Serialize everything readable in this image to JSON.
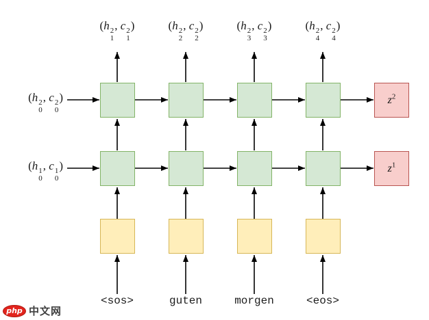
{
  "diagram": {
    "top_labels": [
      "(h_1^2, c_1^2)",
      "(h_2^2, c_2^2)",
      "(h_3^2, c_3^2)",
      "(h_4^2, c_4^2)"
    ],
    "left_labels": [
      "(h_0^2, c_0^2)",
      "(h_0^1, c_0^1)"
    ],
    "context_labels": [
      "z^2",
      "z^1"
    ],
    "input_tokens": [
      "<sos>",
      "guten",
      "morgen",
      "<eos>"
    ],
    "colors": {
      "cell_fill": "#d5e8d4",
      "cell_border": "#82b366",
      "embedding_fill": "#ffeeba",
      "embedding_border": "#d6b656",
      "context_fill": "#f8cecc",
      "context_border": "#b85450",
      "arrow": "#000000"
    }
  },
  "watermark": {
    "badge_text": "php",
    "site_text": "中文网",
    "badge_color": "#e2241d"
  }
}
